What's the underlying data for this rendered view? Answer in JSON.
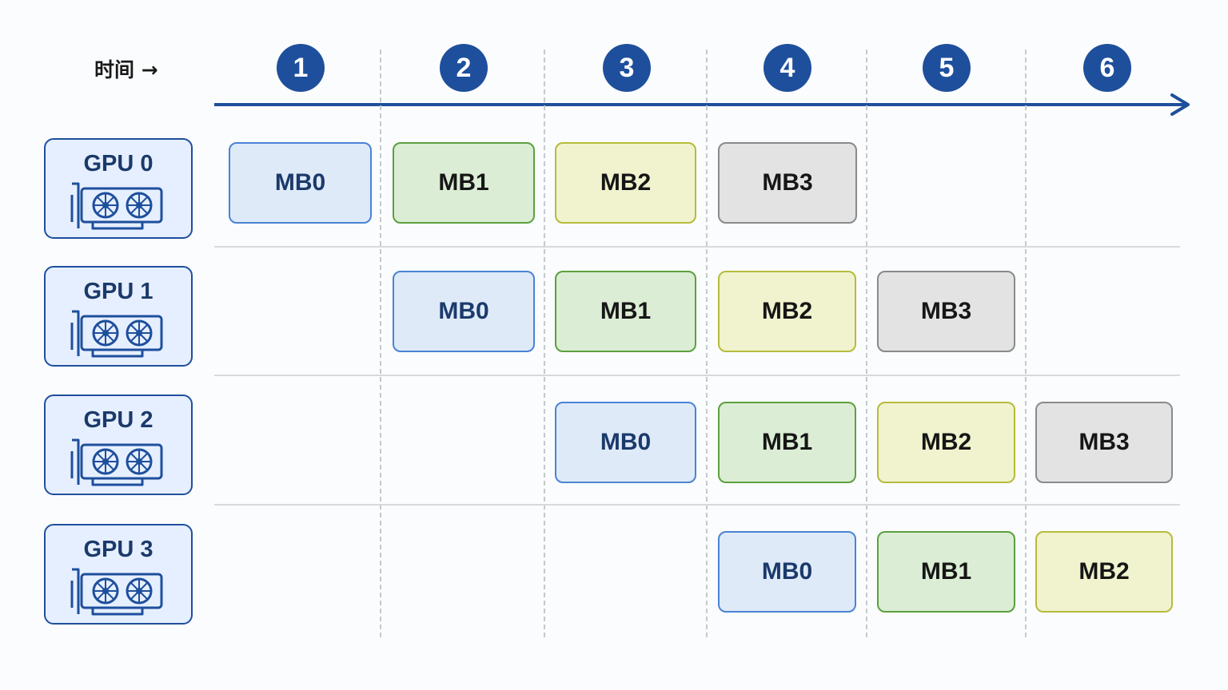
{
  "header": {
    "time_label": "时间 →"
  },
  "time_steps": [
    "1",
    "2",
    "3",
    "4",
    "5",
    "6"
  ],
  "gpus": [
    {
      "label": "GPU 0",
      "cells": [
        "MB0",
        "MB1",
        "MB2",
        "MB3",
        "",
        ""
      ]
    },
    {
      "label": "GPU 1",
      "cells": [
        "",
        "MB0",
        "MB1",
        "MB2",
        "MB3",
        ""
      ]
    },
    {
      "label": "GPU 2",
      "cells": [
        "",
        "",
        "MB0",
        "MB1",
        "MB2",
        "MB3"
      ]
    },
    {
      "label": "GPU 3",
      "cells": [
        "",
        "",
        "",
        "MB0",
        "MB1",
        "MB2"
      ]
    }
  ],
  "colors": {
    "accent": "#1e4f9c",
    "MB0": {
      "fill": "#dfeaf9",
      "border": "#4a83d4"
    },
    "MB1": {
      "fill": "#dbedd4",
      "border": "#5ca03f"
    },
    "MB2": {
      "fill": "#f0f3cd",
      "border": "#b6bb3c"
    },
    "MB3": {
      "fill": "#e3e3e3",
      "border": "#8a8a8a"
    }
  },
  "icons": {
    "gpu": "graphics-card-icon",
    "timeline": "arrow-right-icon"
  }
}
